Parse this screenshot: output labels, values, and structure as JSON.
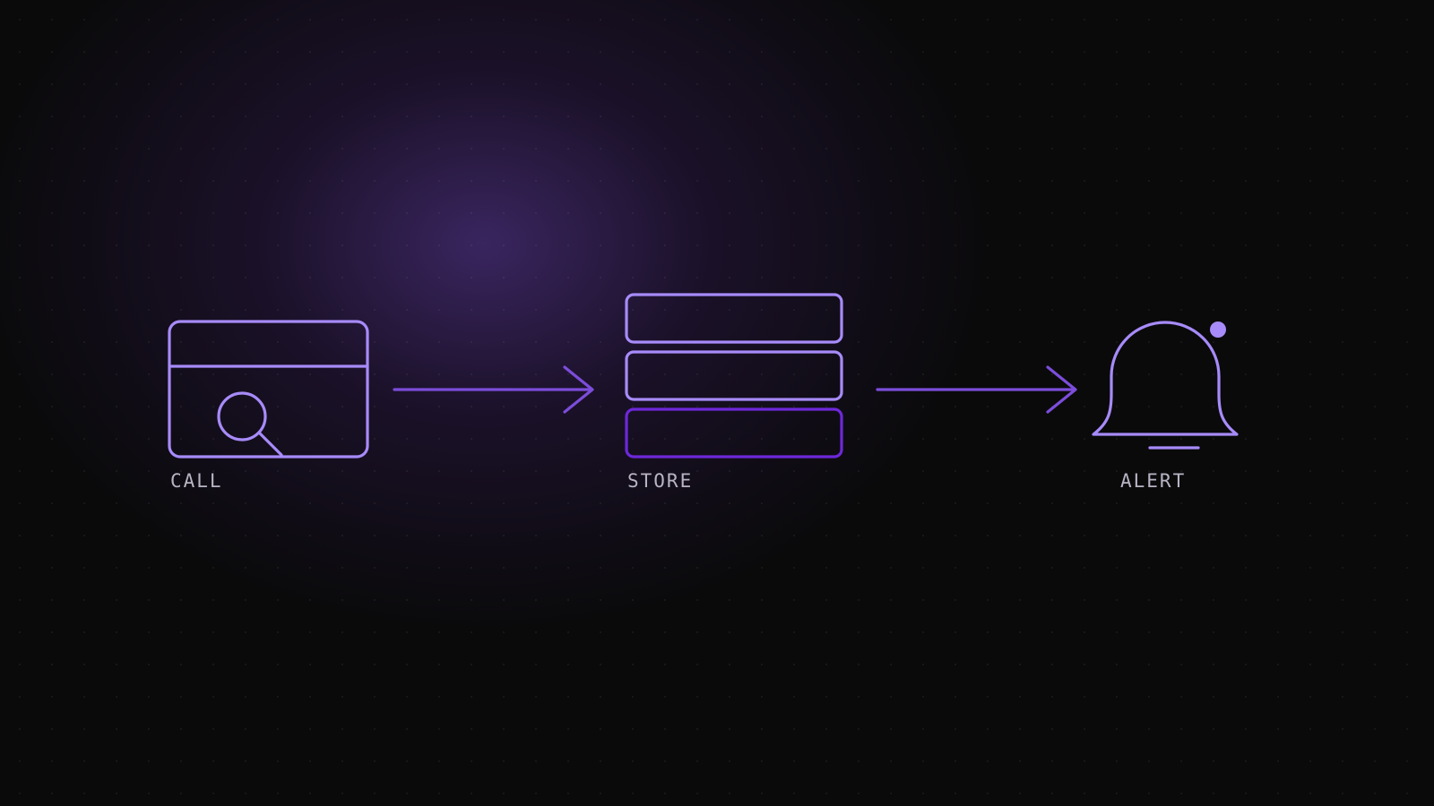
{
  "colors": {
    "background": "#0a0a0b",
    "glow": "#3a2560",
    "icon_stroke": "#a78bfa",
    "arrow_stroke": "#7c4ddb",
    "store_accent": "#6d28d9",
    "label_text": "#b9b4c4"
  },
  "nodes": [
    {
      "id": "call",
      "label": "CALL",
      "icon": "browser-search-icon"
    },
    {
      "id": "store",
      "label": "STORE",
      "icon": "storage-stack-icon"
    },
    {
      "id": "alert",
      "label": "ALERT",
      "icon": "bell-notification-icon"
    }
  ],
  "edges": [
    {
      "from": "call",
      "to": "store"
    },
    {
      "from": "store",
      "to": "alert"
    }
  ]
}
